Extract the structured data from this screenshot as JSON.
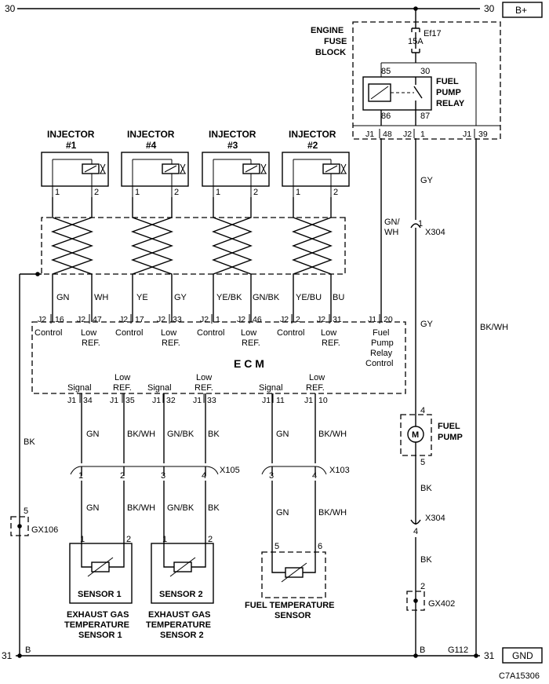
{
  "bus": {
    "top_left_num": "30",
    "top_right_num": "30",
    "top_terminal": "B+",
    "bottom_left_num": "31",
    "bottom_right_num": "31",
    "bottom_terminal": "GND",
    "bottom_left_b": "B",
    "bottom_mid_b": "B",
    "g112": "G112"
  },
  "fuse": {
    "block_label_1": "ENGINE",
    "block_label_2": "FUSE",
    "block_label_3": "BLOCK",
    "name": "Ef17",
    "rating": "15A"
  },
  "relay": {
    "label_1": "FUEL",
    "label_2": "PUMP",
    "label_3": "RELAY",
    "pin85": "85",
    "pin30": "30",
    "pin86": "86",
    "pin87": "87",
    "j1": "J1",
    "j1_48": "48",
    "j2": "J2",
    "j2_1": "1",
    "j1b": "J1",
    "j1_39": "39"
  },
  "injectors": [
    {
      "line1": "INJECTOR",
      "line2": "#1",
      "p1": "1",
      "p2": "2"
    },
    {
      "line1": "INJECTOR",
      "line2": "#4",
      "p1": "1",
      "p2": "2"
    },
    {
      "line1": "INJECTOR",
      "line2": "#3",
      "p1": "1",
      "p2": "2"
    },
    {
      "line1": "INJECTOR",
      "line2": "#2",
      "p1": "1",
      "p2": "2"
    }
  ],
  "injector_wires": [
    "GN",
    "WH",
    "YE",
    "GY",
    "YE/BK",
    "GN/BK",
    "YE/BU",
    "BU"
  ],
  "ecm": {
    "label": "E C M",
    "top_pins": [
      {
        "conn": "J2",
        "pin": "16",
        "name": "Control"
      },
      {
        "conn": "J2",
        "pin": "47",
        "name1": "Low",
        "name2": "REF."
      },
      {
        "conn": "J2",
        "pin": "17",
        "name": "Control"
      },
      {
        "conn": "J2",
        "pin": "33",
        "name1": "Low",
        "name2": "REF."
      },
      {
        "conn": "J2",
        "pin": "1",
        "name": "Control"
      },
      {
        "conn": "J2",
        "pin": "46",
        "name1": "Low",
        "name2": "REF."
      },
      {
        "conn": "J2",
        "pin": "2",
        "name": "Control"
      },
      {
        "conn": "J2",
        "pin": "31",
        "name1": "Low",
        "name2": "REF."
      },
      {
        "conn": "J1",
        "pin": "20",
        "name1": "Fuel",
        "name2": "Pump",
        "name3": "Relay",
        "name4": "Control"
      }
    ],
    "bottom_pins": [
      {
        "conn": "J1",
        "pin": "34",
        "name1": "Signal",
        "name2": ""
      },
      {
        "conn": "J1",
        "pin": "35",
        "name1": "Low",
        "name2": "REF."
      },
      {
        "conn": "J1",
        "pin": "32",
        "name1": "Signal",
        "name2": ""
      },
      {
        "conn": "J1",
        "pin": "33",
        "name1": "Low",
        "name2": "REF."
      },
      {
        "conn": "J1",
        "pin": "11",
        "name1": "Signal",
        "name2": ""
      },
      {
        "conn": "J1",
        "pin": "10",
        "name1": "Low",
        "name2": "REF."
      }
    ]
  },
  "relay_wire": {
    "line1": "GN/",
    "line2": "WH"
  },
  "pump_side": {
    "gy1": "GY",
    "x304_pin_top": "1",
    "x304_label_top": "X304",
    "gy2": "GY",
    "pump_pin4": "4",
    "pump_label_1": "FUEL",
    "pump_label_2": "PUMP",
    "pump_pin5": "5",
    "motor": "M",
    "bk1": "BK",
    "x304_pin_bot": "4",
    "x304_label_bot": "X304",
    "bk2": "BK",
    "gx402_pin": "2",
    "gx402": "GX402",
    "bkwh": "BK/WH"
  },
  "left_ground": {
    "bk": "BK",
    "pin": "5",
    "label": "GX106"
  },
  "sensor_wires_upper": [
    "GN",
    "BK/WH",
    "GN/BK",
    "BK",
    "GN",
    "BK/WH"
  ],
  "sensor_wires_lower": [
    "GN",
    "BK/WH",
    "GN/BK",
    "BK",
    "GN",
    "BK/WH"
  ],
  "x105": {
    "label": "X105",
    "pins": [
      "1",
      "2",
      "3",
      "4"
    ]
  },
  "x103": {
    "label": "X103",
    "pins": [
      "3",
      "4"
    ]
  },
  "sensors": [
    {
      "p1": "1",
      "p2": "2",
      "inner": "SENSOR 1",
      "cap1": "EXHAUST GAS",
      "cap2": "TEMPERATURE",
      "cap3": "SENSOR 1"
    },
    {
      "p1": "1",
      "p2": "2",
      "inner": "SENSOR 2",
      "cap1": "EXHAUST GAS",
      "cap2": "TEMPERATURE",
      "cap3": "SENSOR 2"
    },
    {
      "p1": "5",
      "p2": "6",
      "cap1": "FUEL TEMPERATURE",
      "cap2": "SENSOR"
    }
  ],
  "doc_code": "C7A15306"
}
